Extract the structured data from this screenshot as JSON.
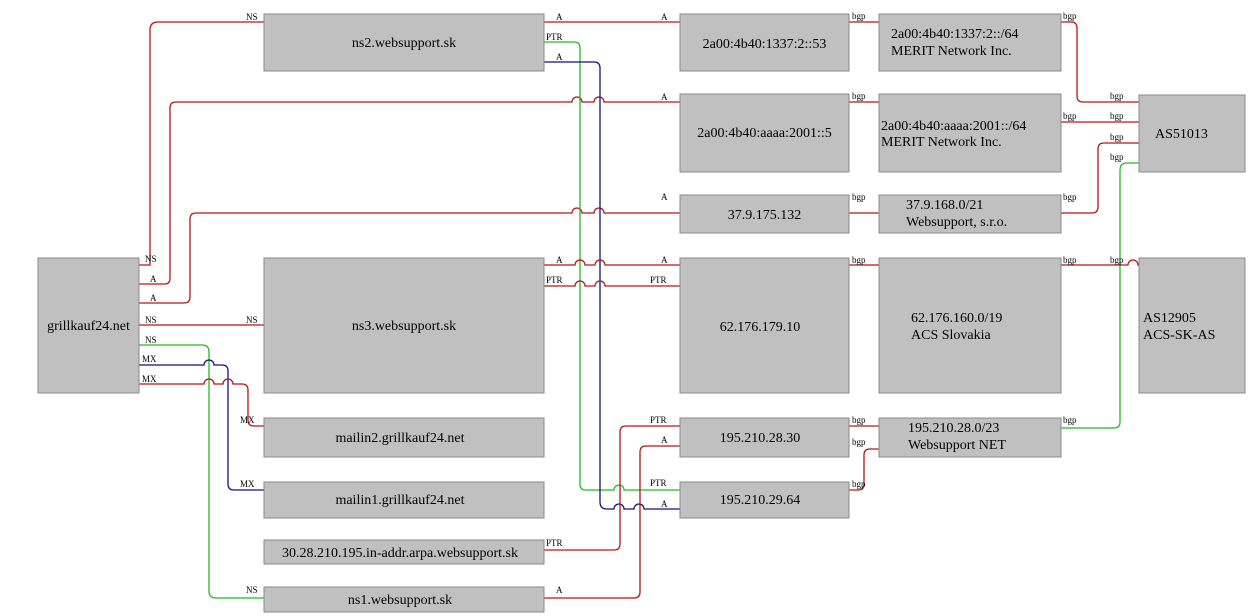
{
  "colors": {
    "node_fill": "#c0c0c0",
    "node_border": "#8a8a8a",
    "edge_red": "#b01818",
    "edge_green": "#22bb22",
    "edge_blue": "#12127a",
    "background": "#ffffff"
  },
  "nodes": {
    "grillkauf": {
      "lines": [
        "grillkauf24.net"
      ]
    },
    "ns2": {
      "lines": [
        "ns2.websupport.sk"
      ]
    },
    "ns3": {
      "lines": [
        "ns3.websupport.sk"
      ]
    },
    "mailin2": {
      "lines": [
        "mailin2.grillkauf24.net"
      ]
    },
    "mailin1": {
      "lines": [
        "mailin1.grillkauf24.net"
      ]
    },
    "ptr30": {
      "lines": [
        "30.28.210.195.in-addr.arpa.websupport.sk"
      ]
    },
    "ns1": {
      "lines": [
        "ns1.websupport.sk"
      ]
    },
    "ip6_53": {
      "lines": [
        "2a00:4b40:1337:2::53"
      ]
    },
    "ip6_5": {
      "lines": [
        "2a00:4b40:aaaa:2001::5"
      ]
    },
    "ip_37": {
      "lines": [
        "37.9.175.132"
      ]
    },
    "ip_62": {
      "lines": [
        "62.176.179.10"
      ]
    },
    "ip_195_30": {
      "lines": [
        "195.210.28.30"
      ]
    },
    "ip_195_64": {
      "lines": [
        "195.210.29.64"
      ]
    },
    "net6_1337": {
      "lines": [
        "2a00:4b40:1337:2::/64",
        "MERIT Network Inc."
      ]
    },
    "net6_aaaa": {
      "lines": [
        "2a00:4b40:aaaa:2001::/64",
        "MERIT Network Inc."
      ]
    },
    "net_37": {
      "lines": [
        "37.9.168.0/21",
        "Websupport, s.r.o."
      ]
    },
    "net_62": {
      "lines": [
        "62.176.160.0/19",
        "ACS Slovakia"
      ]
    },
    "net_195": {
      "lines": [
        "195.210.28.0/23",
        "Websupport NET"
      ]
    },
    "as51013": {
      "lines": [
        "AS51013"
      ]
    },
    "as12905": {
      "lines": [
        "AS12905",
        "ACS-SK-AS"
      ]
    }
  },
  "edges": [
    {
      "from": "grillkauf",
      "to": "ns2",
      "type": "NS",
      "color": "edge_red",
      "labels": [
        "NS",
        "NS"
      ]
    },
    {
      "from": "grillkauf",
      "to": "ip6_5",
      "type": "A",
      "color": "edge_red",
      "labels": [
        "A",
        "A"
      ]
    },
    {
      "from": "grillkauf",
      "to": "ip_37",
      "type": "A",
      "color": "edge_red",
      "labels": [
        "A",
        "A"
      ]
    },
    {
      "from": "grillkauf",
      "to": "ns3",
      "type": "NS",
      "color": "edge_red",
      "labels": [
        "NS",
        "NS"
      ]
    },
    {
      "from": "grillkauf",
      "to": "ns1",
      "type": "NS",
      "color": "edge_green",
      "labels": [
        "NS",
        "NS"
      ]
    },
    {
      "from": "grillkauf",
      "to": "mailin1",
      "type": "MX",
      "color": "edge_blue",
      "labels": [
        "MX",
        "MX"
      ]
    },
    {
      "from": "grillkauf",
      "to": "mailin2",
      "type": "MX",
      "color": "edge_red",
      "labels": [
        "MX",
        "MX"
      ]
    },
    {
      "from": "ns2",
      "to": "ip6_53",
      "type": "A",
      "color": "edge_red",
      "labels": [
        "A",
        "A"
      ]
    },
    {
      "from": "ns2",
      "to": "ip_195_64",
      "type": "PTR",
      "color": "edge_green",
      "labels": [
        "PTR",
        "PTR"
      ]
    },
    {
      "from": "ns2",
      "to": "ip_195_64",
      "type": "A",
      "color": "edge_blue",
      "labels": [
        "A",
        "A"
      ]
    },
    {
      "from": "ns3",
      "to": "ip_62",
      "type": "A",
      "color": "edge_red",
      "labels": [
        "A",
        "A"
      ]
    },
    {
      "from": "ns3",
      "to": "ip_62",
      "type": "PTR",
      "color": "edge_red",
      "labels": [
        "PTR",
        "PTR"
      ]
    },
    {
      "from": "ptr30",
      "to": "ip_195_30",
      "type": "PTR",
      "color": "edge_red",
      "labels": [
        "PTR",
        "PTR"
      ]
    },
    {
      "from": "ns1",
      "to": "ip_195_30",
      "type": "A",
      "color": "edge_red",
      "labels": [
        "A",
        "A"
      ]
    },
    {
      "from": "ip6_53",
      "to": "net6_1337",
      "type": "bgp",
      "color": "edge_red",
      "labels": [
        "bgp"
      ]
    },
    {
      "from": "ip6_5",
      "to": "net6_aaaa",
      "type": "bgp",
      "color": "edge_red",
      "labels": [
        "bgp"
      ]
    },
    {
      "from": "ip_37",
      "to": "net_37",
      "type": "bgp",
      "color": "edge_red",
      "labels": [
        "bgp"
      ]
    },
    {
      "from": "ip_62",
      "to": "net_62",
      "type": "bgp",
      "color": "edge_red",
      "labels": [
        "bgp"
      ]
    },
    {
      "from": "ip_195_30",
      "to": "net_195",
      "type": "bgp",
      "color": "edge_red",
      "labels": [
        "bgp"
      ]
    },
    {
      "from": "ip_195_64",
      "to": "net_195",
      "type": "bgp",
      "color": "edge_red",
      "labels": [
        "bgp"
      ]
    },
    {
      "from": "net6_1337",
      "to": "as51013",
      "type": "bgp",
      "color": "edge_red",
      "labels": [
        "bgp",
        "bgp"
      ]
    },
    {
      "from": "net6_aaaa",
      "to": "as51013",
      "type": "bgp",
      "color": "edge_red",
      "labels": [
        "bgp",
        "bgp"
      ]
    },
    {
      "from": "net_37",
      "to": "as51013",
      "type": "bgp",
      "color": "edge_red",
      "labels": [
        "bgp",
        "bgp"
      ]
    },
    {
      "from": "net_195",
      "to": "as51013",
      "type": "bgp",
      "color": "edge_green",
      "labels": [
        "bgp",
        "bgp"
      ]
    },
    {
      "from": "net_62",
      "to": "as12905",
      "type": "bgp",
      "color": "edge_red",
      "labels": [
        "bgp",
        "bgp"
      ]
    }
  ]
}
